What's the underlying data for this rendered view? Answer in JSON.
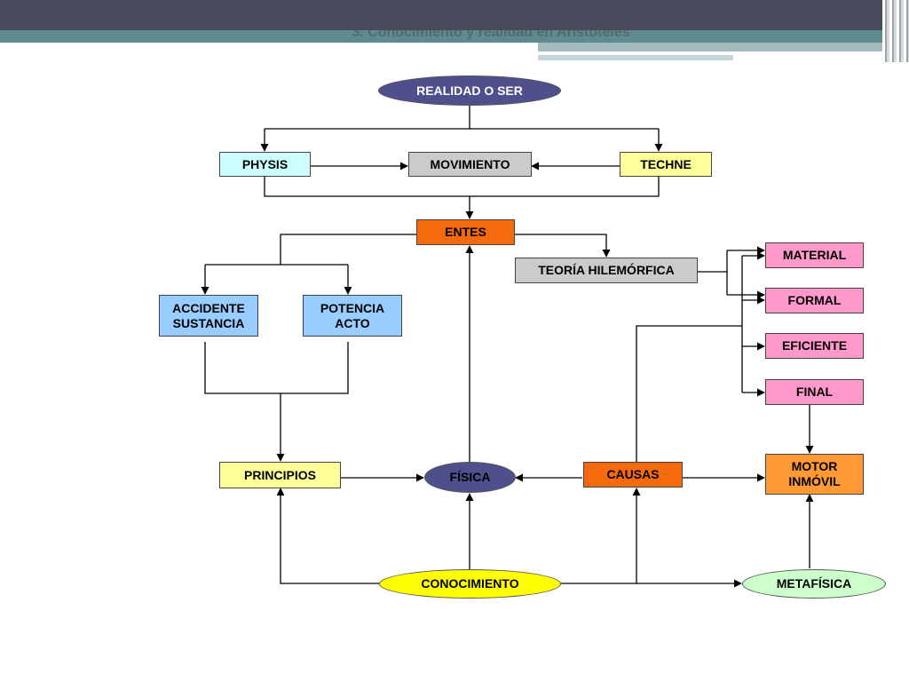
{
  "slide": {
    "title": "3. Conocimiento y realidad en Aristóteles"
  },
  "colors": {
    "dark_ellipse": "#4e4f8c",
    "gray": "#cbcbcb",
    "yellow": "#ffff99",
    "orange": "#f56a0c",
    "light_blue": "#99ccff",
    "cyan": "#ccffff",
    "pink": "#ff99cc",
    "amber": "#ff9933",
    "ellipse_yellow": "#ffff00",
    "ellipse_green": "#ccffcc"
  },
  "nodes": {
    "realidad": "REALIDAD O SER",
    "physis": "PHYSIS",
    "movimiento": "MOVIMIENTO",
    "techne": "TECHNE",
    "entes": "ENTES",
    "teoria": "TEORÍA HILEMÓRFICA",
    "material": "MATERIAL",
    "formal": "FORMAL",
    "eficiente": "EFICIENTE",
    "final": "FINAL",
    "accidente": "ACCIDENTE\nSUSTANCIA",
    "potencia": "POTENCIA\nACTO",
    "principios": "PRINCIPIOS",
    "fisica": "FÍSICA",
    "causas": "CAUSAS",
    "motor": "MOTOR\nINMÓVIL",
    "conocimiento": "CONOCIMIENTO",
    "metafisica": "METAFÍSICA"
  }
}
